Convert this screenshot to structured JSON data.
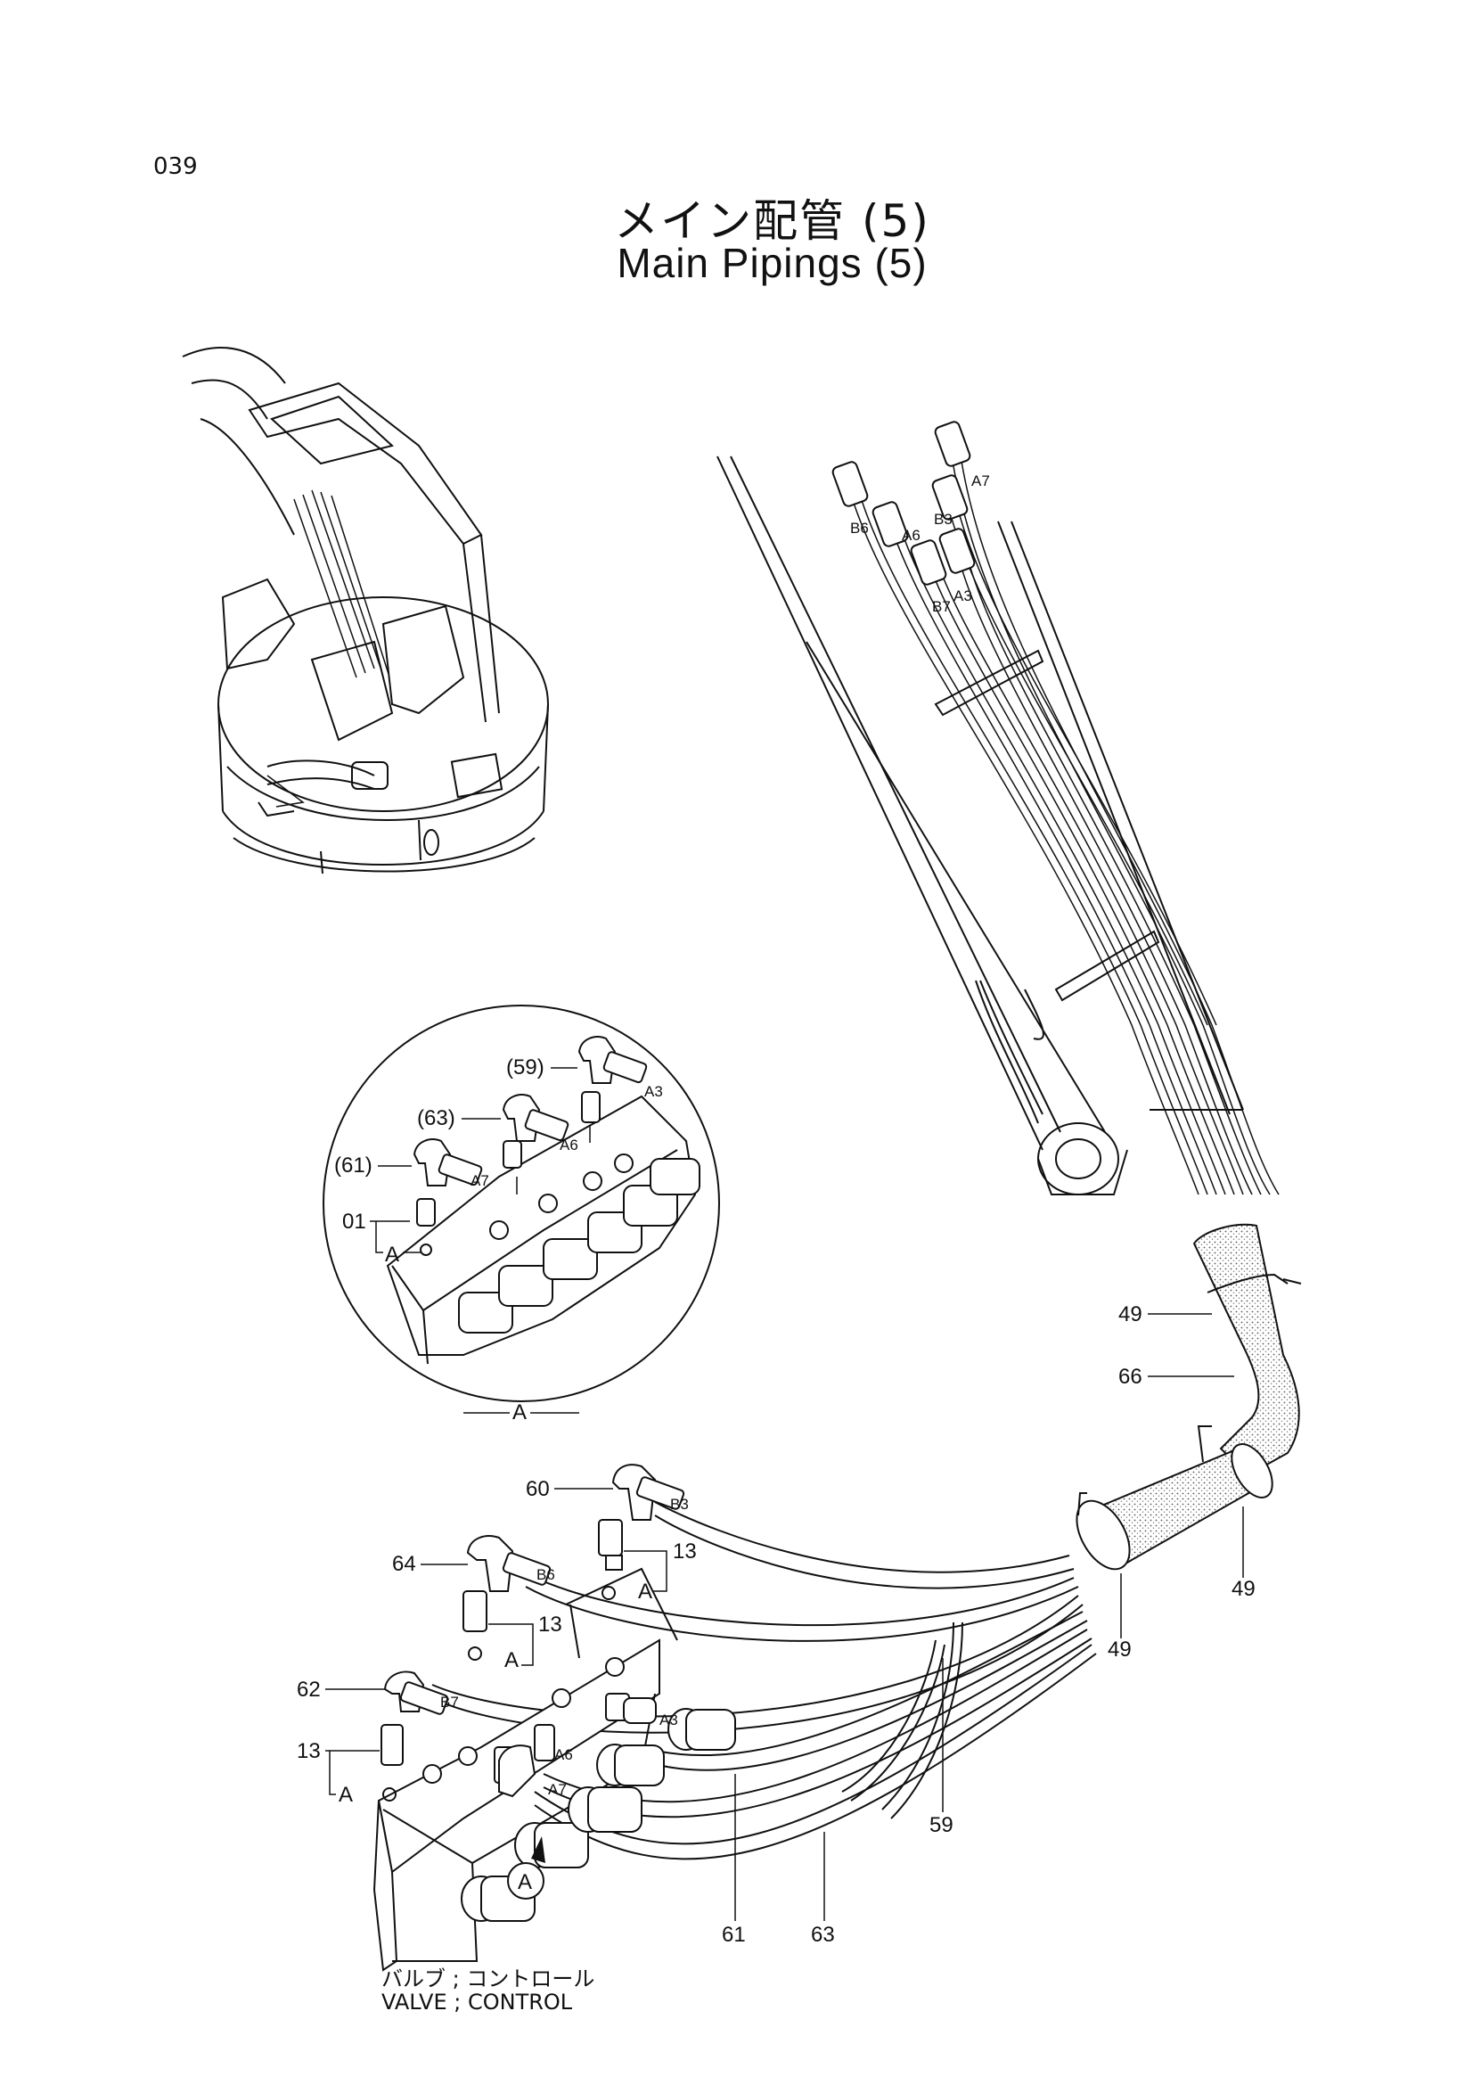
{
  "page": {
    "number": "039",
    "title_ja": "メイン配管 (5)",
    "title_en": "Main Pipings (5)"
  },
  "caption": {
    "line_ja": "バルブ ; コントロール",
    "line_en": "VALVE ; CONTROL"
  },
  "boom_fittings": [
    "A7",
    "B3",
    "B6",
    "A6",
    "B7",
    "A3"
  ],
  "detail_view": {
    "name": "A",
    "callouts": [
      "(59)",
      "(63)",
      "(61)",
      "01",
      "A"
    ],
    "port_labels": [
      "A3",
      "A6",
      "A7"
    ]
  },
  "callouts": {
    "p49a": "49",
    "p49b": "49",
    "p49c": "49",
    "p66": "66",
    "p60": "60",
    "p64": "64",
    "p62": "62",
    "p13a": "13",
    "p13b": "13",
    "p13c": "13",
    "p59": "59",
    "p61": "61",
    "p63": "63",
    "ref_a1": "A",
    "ref_a2": "A",
    "ref_a3": "A",
    "view_a": "A"
  },
  "port_labels_main": {
    "b3": "B3",
    "b6": "B6",
    "b7": "B7",
    "a3": "A3",
    "a6": "A6",
    "a7": "A7"
  }
}
